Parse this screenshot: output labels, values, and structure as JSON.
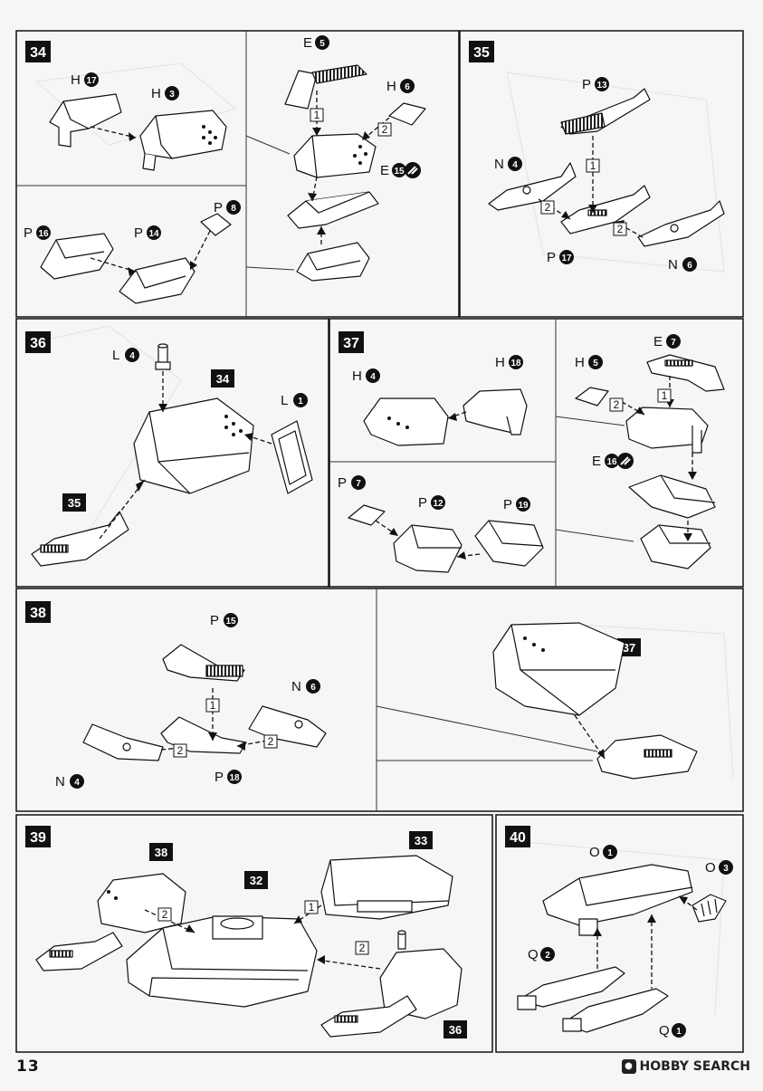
{
  "page_number": "13",
  "watermark": "HOBBY SEARCH",
  "steps": {
    "s34": "34",
    "s35": "35",
    "s36": "36",
    "s37": "37",
    "s38": "38",
    "s39": "39",
    "s40": "40"
  },
  "parts": {
    "s34": [
      {
        "l": "H",
        "n": "17"
      },
      {
        "l": "H",
        "n": "3"
      },
      {
        "l": "E",
        "n": "5"
      },
      {
        "l": "H",
        "n": "6"
      },
      {
        "l": "E",
        "n": "15"
      },
      {
        "l": "P",
        "n": "16"
      },
      {
        "l": "P",
        "n": "14"
      },
      {
        "l": "P",
        "n": "8"
      }
    ],
    "s35": [
      {
        "l": "P",
        "n": "13"
      },
      {
        "l": "N",
        "n": "4"
      },
      {
        "l": "P",
        "n": "17"
      },
      {
        "l": "N",
        "n": "6"
      }
    ],
    "s36": [
      {
        "l": "L",
        "n": "4"
      },
      {
        "l": "L",
        "n": "1"
      }
    ],
    "s37": [
      {
        "l": "H",
        "n": "4"
      },
      {
        "l": "H",
        "n": "18"
      },
      {
        "l": "H",
        "n": "5"
      },
      {
        "l": "E",
        "n": "7"
      },
      {
        "l": "E",
        "n": "16"
      },
      {
        "l": "P",
        "n": "7"
      },
      {
        "l": "P",
        "n": "12"
      },
      {
        "l": "P",
        "n": "19"
      }
    ],
    "s38": [
      {
        "l": "P",
        "n": "15"
      },
      {
        "l": "N",
        "n": "6"
      },
      {
        "l": "N",
        "n": "4"
      },
      {
        "l": "P",
        "n": "18"
      }
    ],
    "s40": [
      {
        "l": "O",
        "n": "1"
      },
      {
        "l": "O",
        "n": "3"
      },
      {
        "l": "Q",
        "n": "2"
      },
      {
        "l": "Q",
        "n": "1"
      }
    ]
  },
  "refs": {
    "r36_34": "34",
    "r36_35": "35",
    "r38_37": "37",
    "r39_38": "38",
    "r39_32": "32",
    "r39_33": "33",
    "r39_36": "36"
  },
  "order": {
    "one": "1",
    "two": "2"
  }
}
